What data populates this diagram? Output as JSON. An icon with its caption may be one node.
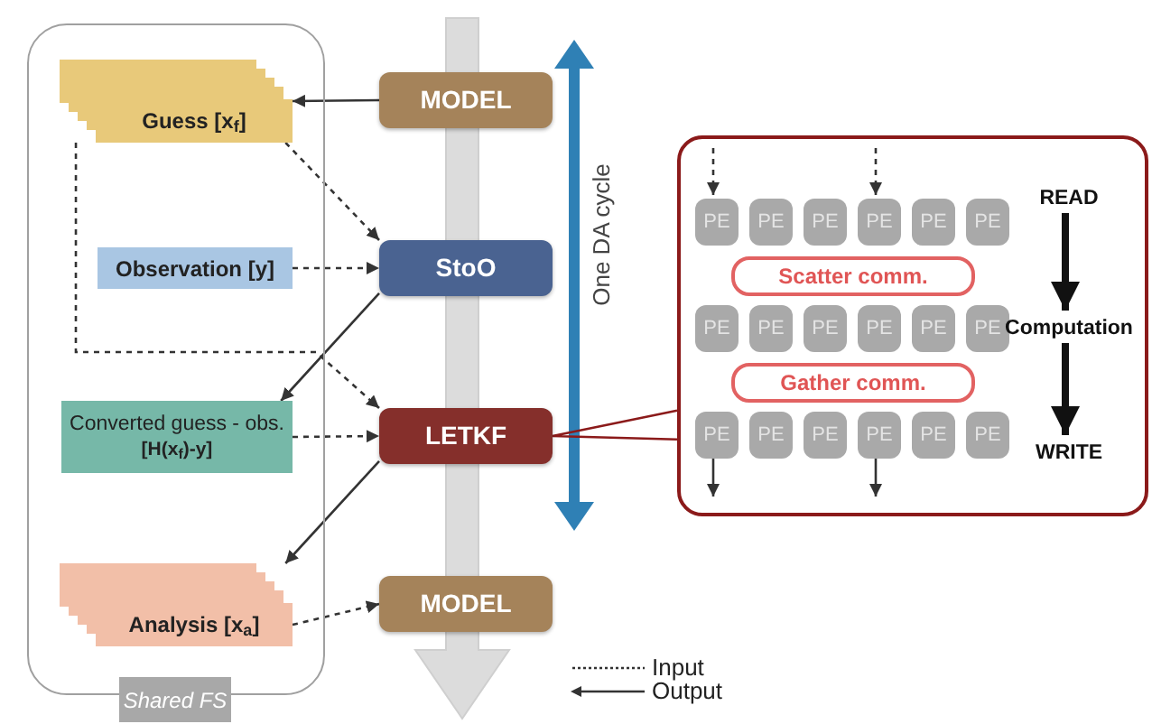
{
  "diagram": {
    "nodes": [
      {
        "text": [
          "Shared FS"
        ]
      },
      {
        "text": [
          "Guess [x$_{f}$]"
        ],
        "in": 0
      },
      {
        "text": [
          "Observation [y]"
        ],
        "in": 0
      },
      {
        "text": [
          "Converted guess - obs.",
          "[H(x$_{f}$)-y]"
        ],
        "in": 0
      },
      {
        "text": [
          "Analysis [x$_{a}$]"
        ],
        "in": 0
      },
      {
        "text": [
          "MODEL"
        ]
      },
      {
        "text": [
          "StoO"
        ]
      },
      {
        "text": [
          "LETKF"
        ]
      },
      {
        "text": [
          "MODEL"
        ]
      },
      {
        "text": [],
        "shape": "box"
      },
      {
        "text": [
          "PE"
        ],
        "in": 9
      },
      {
        "text": [
          "PE"
        ],
        "in": 9
      },
      {
        "text": [
          "PE"
        ],
        "in": 9
      },
      {
        "text": [
          "PE"
        ],
        "in": 9
      },
      {
        "text": [
          "PE"
        ],
        "in": 9
      },
      {
        "text": [
          "PE"
        ],
        "in": 9
      },
      {
        "text": [
          "Scatter comm."
        ],
        "in": 9
      },
      {
        "text": [
          "PE"
        ],
        "in": 9
      },
      {
        "text": [
          "PE"
        ],
        "in": 9
      },
      {
        "text": [
          "PE"
        ],
        "in": 9
      },
      {
        "text": [
          "PE"
        ],
        "in": 9
      },
      {
        "text": [
          "PE"
        ],
        "in": 9
      },
      {
        "text": [
          "PE"
        ],
        "in": 9
      },
      {
        "text": [
          "Gather comm."
        ],
        "in": 9
      },
      {
        "text": [
          "PE"
        ],
        "in": 9
      },
      {
        "text": [
          "PE"
        ],
        "in": 9
      },
      {
        "text": [
          "PE"
        ],
        "in": 9
      },
      {
        "text": [
          "PE"
        ],
        "in": 9
      },
      {
        "text": [
          "PE"
        ],
        "in": 9
      },
      {
        "text": [
          "PE"
        ],
        "in": 9
      },
      {
        "text": [
          "READ"
        ],
        "in": 9
      },
      {
        "text": [
          "Computation"
        ],
        "in": 9
      },
      {
        "text": [
          "WRITE"
        ],
        "in": 9
      }
    ],
    "edges": [
      {
        "from": 5,
        "to": 1,
        "arrow": "to"
      },
      {
        "from": 1,
        "to": 6,
        "arrow": "to",
        "style": "dashed"
      },
      {
        "from": 2,
        "to": 6,
        "arrow": "to",
        "style": "dashed"
      },
      {
        "from": 6,
        "to": 3,
        "arrow": "to"
      },
      {
        "from": 1,
        "to": 7,
        "arrow": "to",
        "style": "dashed"
      },
      {
        "from": 3,
        "to": 7,
        "arrow": "to",
        "style": "dashed"
      },
      {
        "from": 7,
        "to": 4,
        "arrow": "to"
      },
      {
        "from": 4,
        "to": 8,
        "arrow": "to",
        "style": "dashed"
      },
      {
        "from": 7,
        "to": 9,
        "arrow": "none",
        "color": "#8b1a1a"
      },
      {
        "from": null,
        "to": 10,
        "arrow": "to",
        "style": "dashed"
      },
      {
        "from": null,
        "to": 13,
        "arrow": "to",
        "style": "dashed"
      },
      {
        "from": 24,
        "to": null,
        "arrow": "to"
      },
      {
        "from": 27,
        "to": null,
        "arrow": "to"
      },
      {
        "from": 30,
        "to": 31,
        "arrow": "to",
        "style": "thick"
      },
      {
        "from": 31,
        "to": 32,
        "arrow": "to",
        "style": "thick"
      }
    ],
    "labels": [
      "One DA cycle"
    ],
    "legend": [
      {
        "text": "Input"
      },
      {
        "text": "Output"
      }
    ]
  }
}
